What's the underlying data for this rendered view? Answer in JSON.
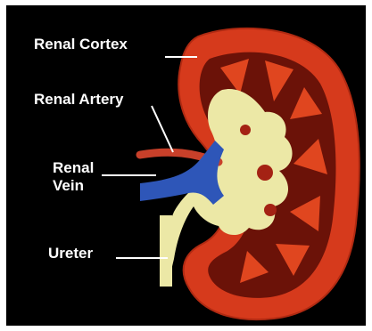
{
  "labels": {
    "cortex": "Renal Cortex",
    "artery": "Renal Artery",
    "vein": "Renal Vein",
    "ureter": "Ureter"
  },
  "colors": {
    "background": "#000000",
    "cortex_red": "#d63a1c",
    "medulla_dark": "#6b1208",
    "pelvis_yellow": "#ece8a6",
    "vein_blue": "#2e56b8",
    "artery_red": "#c8402a",
    "label_text": "#ffffff"
  }
}
